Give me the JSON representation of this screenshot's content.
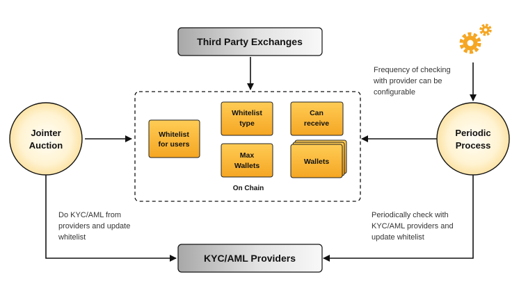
{
  "colors": {
    "accent": "#F5A623",
    "circle_fill": "#FFF6DE",
    "box_gradient_start": "#A8A8A8",
    "box_gradient_end": "#F6F6F6"
  },
  "nodes": {
    "third_party_exchanges": "Third Party Exchanges",
    "kyc_aml_providers": "KYC/AML Providers",
    "jointer_auction": [
      "Jointer",
      "Auction"
    ],
    "periodic_process": [
      "Periodic",
      "Process"
    ]
  },
  "on_chain": {
    "label": "On Chain",
    "whitelist_for_users": [
      "Whitelist",
      "for users"
    ],
    "whitelist_type": [
      "Whitelist",
      "type"
    ],
    "can_receive": [
      "Can",
      "receive"
    ],
    "max_wallets": [
      "Max",
      "Wallets"
    ],
    "wallets": "Wallets"
  },
  "notes": {
    "frequency": [
      "Frequency of checking",
      "with provider can be",
      "configurable"
    ],
    "do_kyc": [
      "Do KYC/AML from",
      "providers and update",
      "whitelist"
    ],
    "periodically_check": [
      "Periodically check with",
      "KYC/AML providers and",
      "update whitelist"
    ]
  },
  "icons": {
    "gears": "gears-icon"
  }
}
